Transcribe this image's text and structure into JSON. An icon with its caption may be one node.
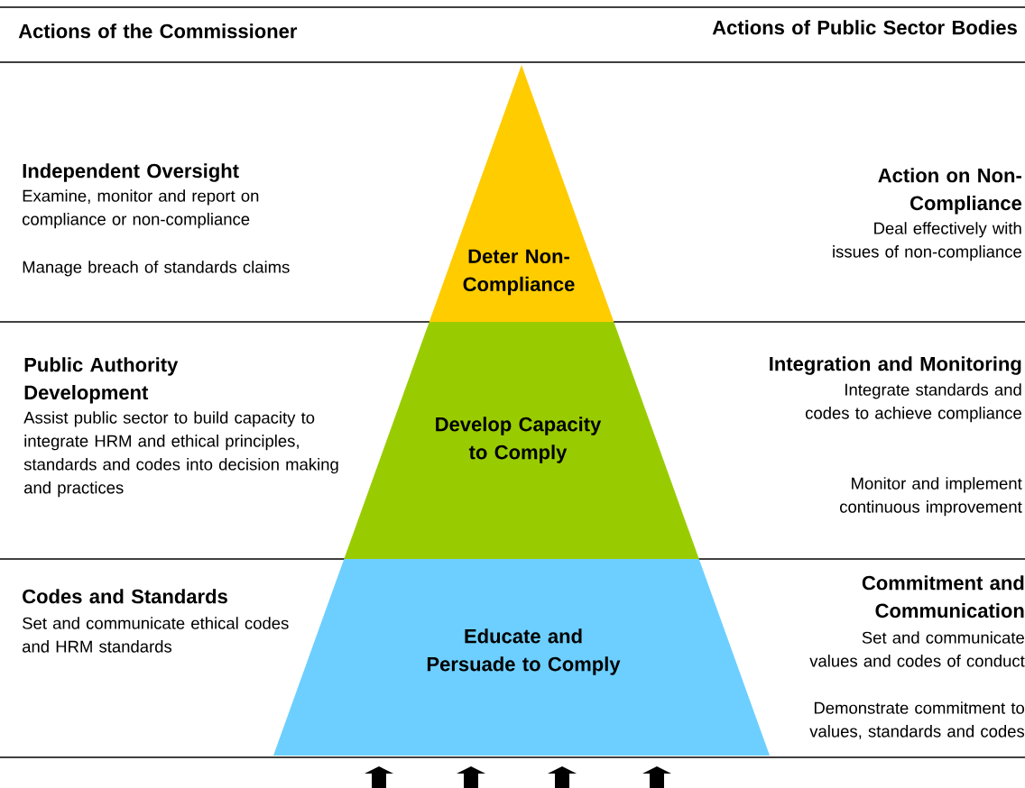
{
  "diagram": {
    "nodes": [
      {
        "text": [
          "Deter Non-Compliance"
        ]
      },
      {
        "text": [
          "Develop Capacity to Comply"
        ]
      },
      {
        "text": [
          "Educate and Persuade to Comply"
        ]
      }
    ],
    "labels": [
      "Actions of the Commissioner",
      "Actions of Public Sector Bodies",
      "Independent Oversight",
      "Examine, monitor and report on compliance or non-compliance",
      "Manage breach of standards claims",
      "Action on Non-Compliance",
      "Deal effectively with issues of non-compliance",
      "Public Authority Development",
      "Assist public sector to build capacity to integrate HRM and ethical principles, standards and codes into decision making and practices",
      "Integration and Monitoring",
      "Integrate standards and codes to achieve compliance",
      "Monitor and implement continuous improvement",
      "Codes and Standards",
      "Set and communicate ethical codes and HRM standards",
      "Commitment and Communication",
      "Set and communicate values and codes of conduct",
      "Demonstrate commitment to values, standards and codes"
    ]
  }
}
